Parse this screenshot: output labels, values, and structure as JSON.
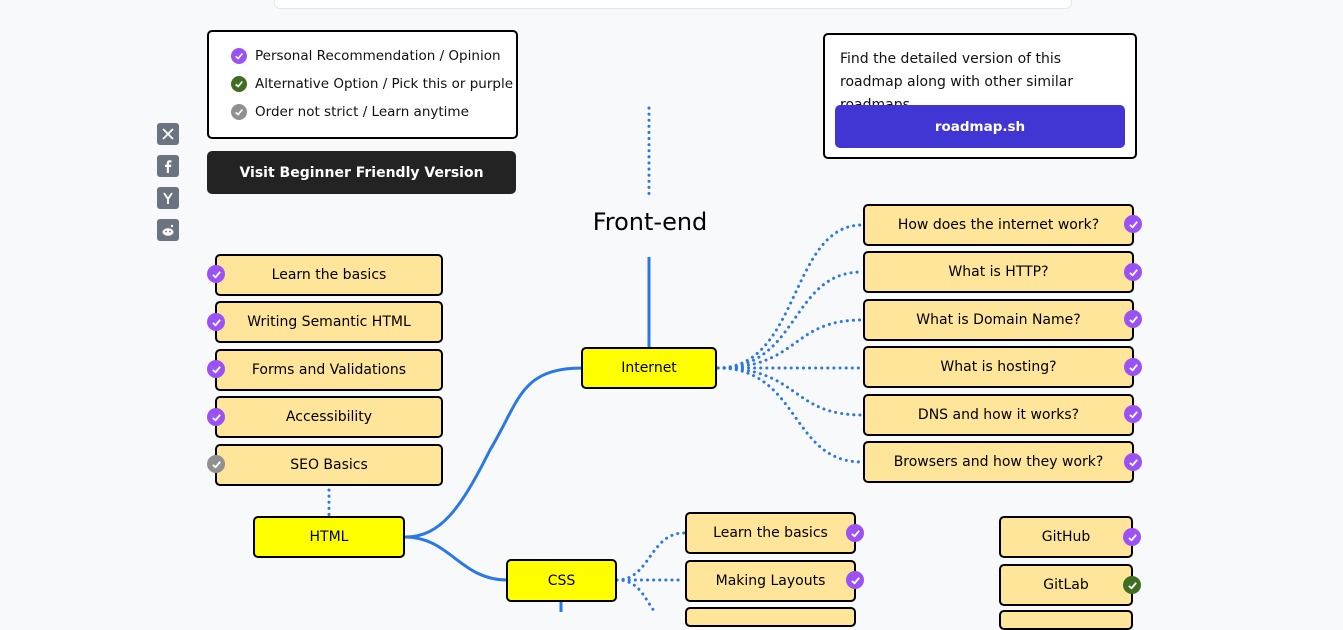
{
  "legend": {
    "items": [
      {
        "label": "Personal Recommendation / Opinion",
        "color": "#9c51f4"
      },
      {
        "label": "Alternative Option / Pick this or purple",
        "color": "#3f6e22"
      },
      {
        "label": "Order not strict / Learn anytime",
        "color": "#909090"
      }
    ]
  },
  "beginner_button": "Visit Beginner Friendly Version",
  "info": {
    "text": "Find the detailed version of this roadmap along with other similar roadmaps",
    "button": "roadmap.sh"
  },
  "share_icons": [
    "x-icon",
    "facebook-icon",
    "hackernews-icon",
    "reddit-icon"
  ],
  "title": "Front-end",
  "topics": {
    "internet": "Internet",
    "html": "HTML",
    "css": "CSS"
  },
  "internet_subtopics": [
    {
      "label": "How does the internet work?",
      "status": "personal"
    },
    {
      "label": "What is HTTP?",
      "status": "personal"
    },
    {
      "label": "What is Domain Name?",
      "status": "personal"
    },
    {
      "label": "What is hosting?",
      "status": "personal"
    },
    {
      "label": "DNS and how it works?",
      "status": "personal"
    },
    {
      "label": "Browsers and how they work?",
      "status": "personal"
    }
  ],
  "html_subtopics": [
    {
      "label": "Learn the basics",
      "status": "personal"
    },
    {
      "label": "Writing Semantic HTML",
      "status": "personal"
    },
    {
      "label": "Forms and Validations",
      "status": "personal"
    },
    {
      "label": "Accessibility",
      "status": "personal"
    },
    {
      "label": "SEO Basics",
      "status": "optional"
    }
  ],
  "css_subtopics": [
    {
      "label": "Learn the basics",
      "status": "personal"
    },
    {
      "label": "Making Layouts",
      "status": "personal"
    }
  ],
  "vcs_subtopics": [
    {
      "label": "GitHub",
      "status": "personal"
    },
    {
      "label": "GitLab",
      "status": "alternative"
    }
  ],
  "colors": {
    "personal": "#9c51f4",
    "alternative": "#3f6e22",
    "optional": "#909090",
    "topic": "#ffff00",
    "subtopic": "#ffe599",
    "line": "#2b78e4"
  }
}
